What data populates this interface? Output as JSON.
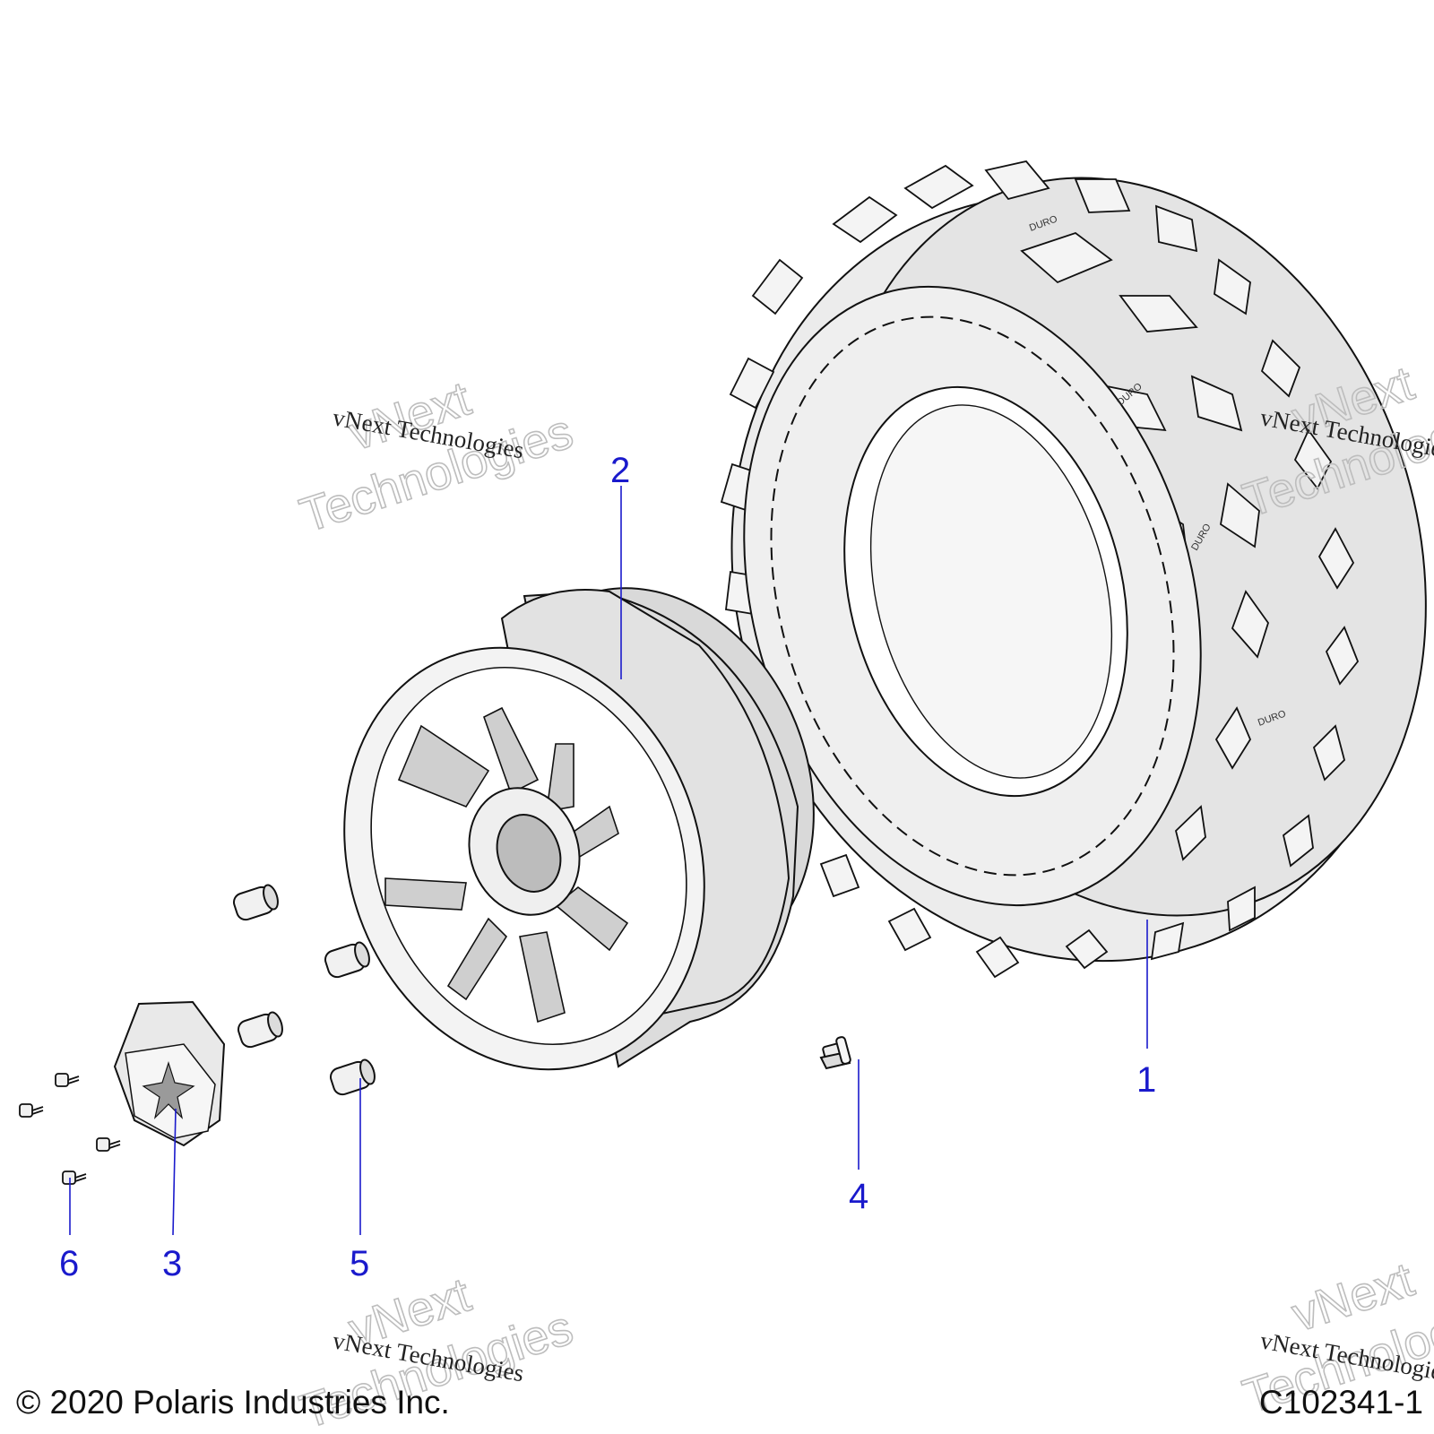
{
  "callouts": [
    {
      "id": "1",
      "label": "1"
    },
    {
      "id": "2",
      "label": "2"
    },
    {
      "id": "3",
      "label": "3"
    },
    {
      "id": "4",
      "label": "4"
    },
    {
      "id": "5",
      "label": "5"
    },
    {
      "id": "6",
      "label": "6"
    }
  ],
  "watermark": {
    "serif_text": "vNext Technologies",
    "outline_line1": "vNext",
    "outline_line2": "Technologies"
  },
  "tire_sidewall_text": "DURO",
  "footer": {
    "copyright": "© 2020 Polaris Industries Inc.",
    "diagram_code": "C102341-1"
  },
  "colors": {
    "callout": "#1a1acc",
    "line": "#111111",
    "part_fill": "#f1f1f1",
    "shadow_fill": "#d4d4d4"
  },
  "icons": {
    "center_cap_logo": "star-icon"
  }
}
